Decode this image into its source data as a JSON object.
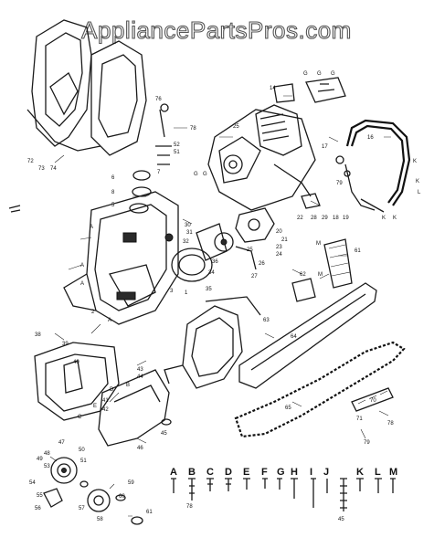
{
  "watermark": "AppliancePartsPros.com",
  "callouts": [
    "72",
    "73",
    "74",
    "76",
    "78",
    "52",
    "51",
    "6",
    "8",
    "5",
    "7",
    "G",
    "14",
    "G",
    "G",
    "G",
    "K",
    "16",
    "K",
    "17",
    "79",
    "L",
    "K",
    "K",
    "22",
    "25",
    "G",
    "28",
    "29",
    "18",
    "19",
    "20",
    "21",
    "23",
    "24",
    "25",
    "26",
    "27",
    "M",
    "M",
    "61",
    "62",
    "63",
    "64",
    "65",
    "30",
    "31",
    "32",
    "34",
    "35",
    "36",
    "1",
    "2",
    "3",
    "A",
    "A",
    "A",
    "A",
    "38",
    "39",
    "40",
    "41",
    "42",
    "43",
    "44",
    "45",
    "46",
    "47",
    "48",
    "49",
    "50",
    "51",
    "53",
    "54",
    "55",
    "56",
    "57",
    "58",
    "59",
    "60",
    "61",
    "E",
    "C",
    "D",
    "B",
    "79",
    "70",
    "71",
    "78"
  ],
  "legend": {
    "letters": [
      "A",
      "B",
      "C",
      "D",
      "E",
      "F",
      "G",
      "H",
      "I",
      "J",
      "K",
      "L",
      "M"
    ],
    "numbers": [
      "78",
      "45"
    ]
  }
}
